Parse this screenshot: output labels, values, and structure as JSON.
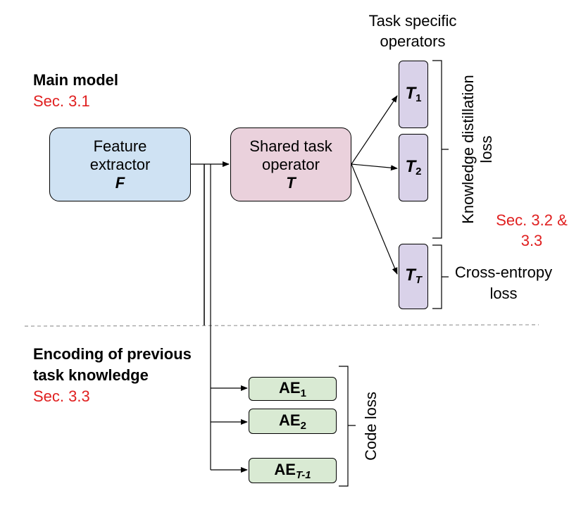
{
  "main_model": {
    "title": "Main model",
    "ref": "Sec. 3.1"
  },
  "encoding": {
    "title_line1": "Encoding of previous",
    "title_line2": "task knowledge",
    "ref": "Sec. 3.3"
  },
  "task_specific": {
    "line1": "Task  specific",
    "line2": "operators"
  },
  "feature_extractor": {
    "line1": "Feature",
    "line2": "extractor",
    "symbol": "F"
  },
  "shared_operator": {
    "line1": "Shared task",
    "line2": "operator",
    "symbol": "T"
  },
  "task_operators": [
    {
      "symbol": "T",
      "sub": "1"
    },
    {
      "symbol": "T",
      "sub": "2"
    },
    {
      "symbol": "T",
      "sub": "T"
    }
  ],
  "autoencoders": [
    {
      "label": "AE",
      "sub": "1"
    },
    {
      "label": "AE",
      "sub": "2"
    },
    {
      "label": "AE",
      "sub": "T-1"
    }
  ],
  "losses": {
    "kd_line1": "Knowledge distillation",
    "kd_line2": "loss",
    "ce_line1": "Cross-entropy",
    "ce_line2": "loss",
    "code": "Code loss",
    "ref_line1": "Sec. 3.2 &",
    "ref_line2": "3.3"
  }
}
